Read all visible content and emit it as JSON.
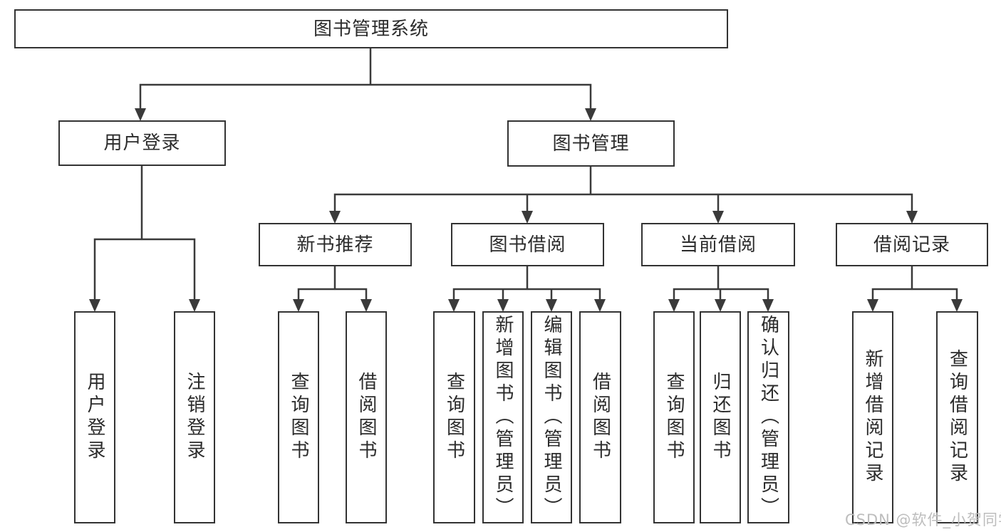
{
  "colors": {
    "line": "#3a3a3a",
    "box_border": "#333333",
    "text": "#2b2b2b",
    "watermark": "#bdbdbd",
    "background": "#ffffff"
  },
  "tree": {
    "label": "图书管理系统",
    "children": [
      {
        "label": "用户登录",
        "children": [
          {
            "label": "用户登录"
          },
          {
            "label": "注销登录"
          }
        ]
      },
      {
        "label": "图书管理",
        "children": [
          {
            "label": "新书推荐",
            "children": [
              {
                "label": "查询图书"
              },
              {
                "label": "借阅图书"
              }
            ]
          },
          {
            "label": "图书借阅",
            "children": [
              {
                "label": "查询图书"
              },
              {
                "label": "新增图书（管理员）"
              },
              {
                "label": "编辑图书（管理员）"
              },
              {
                "label": "借阅图书"
              }
            ]
          },
          {
            "label": "当前借阅",
            "children": [
              {
                "label": "查询图书"
              },
              {
                "label": "归还图书"
              },
              {
                "label": "确认归还（管理员）"
              }
            ]
          },
          {
            "label": "借阅记录",
            "children": [
              {
                "label": "新增借阅记录"
              },
              {
                "label": "查询借阅记录"
              }
            ]
          }
        ]
      }
    ]
  },
  "watermark": {
    "text": "CSDN @软件_小贺同学"
  }
}
